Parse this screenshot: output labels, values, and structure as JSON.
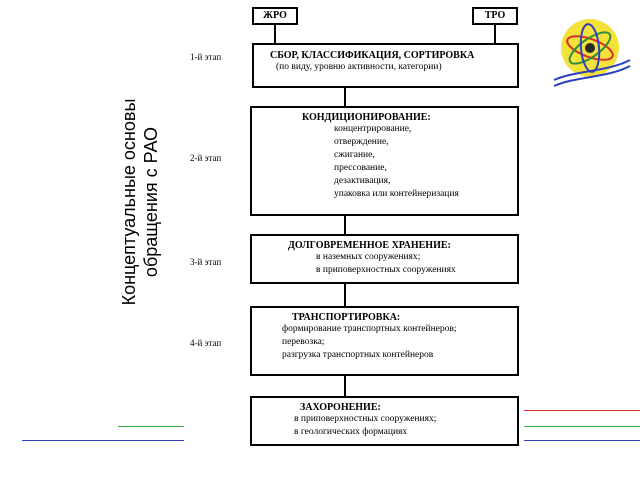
{
  "side_title": [
    "Концептуальные основы",
    "обращения с РАО"
  ],
  "top_labels": {
    "left": "ЖРО",
    "right": "ТРО"
  },
  "stages": [
    "1-й этап",
    "2-й этап",
    "3-й этап",
    "4-й этап"
  ],
  "blocks": [
    {
      "title": "СБОР, КЛАССИФИКАЦИЯ, СОРТИРОВКА",
      "lines": [
        "(по виду, уровню активности, категории)"
      ]
    },
    {
      "title": "КОНДИЦИОНИРОВАНИЕ:",
      "lines": [
        "концентрирование,",
        "отверждение,",
        "сжигание,",
        "прессование,",
        "дезактивация,",
        "упаковка или контейнеризация"
      ]
    },
    {
      "title": "ДОЛГОВРЕМЕННОЕ ХРАНЕНИЕ:",
      "lines": [
        "в наземных сооружениях;",
        "в приповерхностных сооружениях"
      ]
    },
    {
      "title": "ТРАНСПОРТИРОВКА:",
      "lines": [
        "формирование транспортных контейнеров;",
        "перевозка;",
        "разгрузка транспортных контейнеров"
      ]
    },
    {
      "title": "ЗАХОРОНЕНИЕ:",
      "lines": [
        "в приповерхностных сооружениях;",
        "в геологических формациях"
      ]
    }
  ],
  "colors": {
    "line_red": "#e03030",
    "line_green": "#3cb043",
    "line_blue": "#3040c0",
    "logo_yellow": "#f4e23a"
  }
}
